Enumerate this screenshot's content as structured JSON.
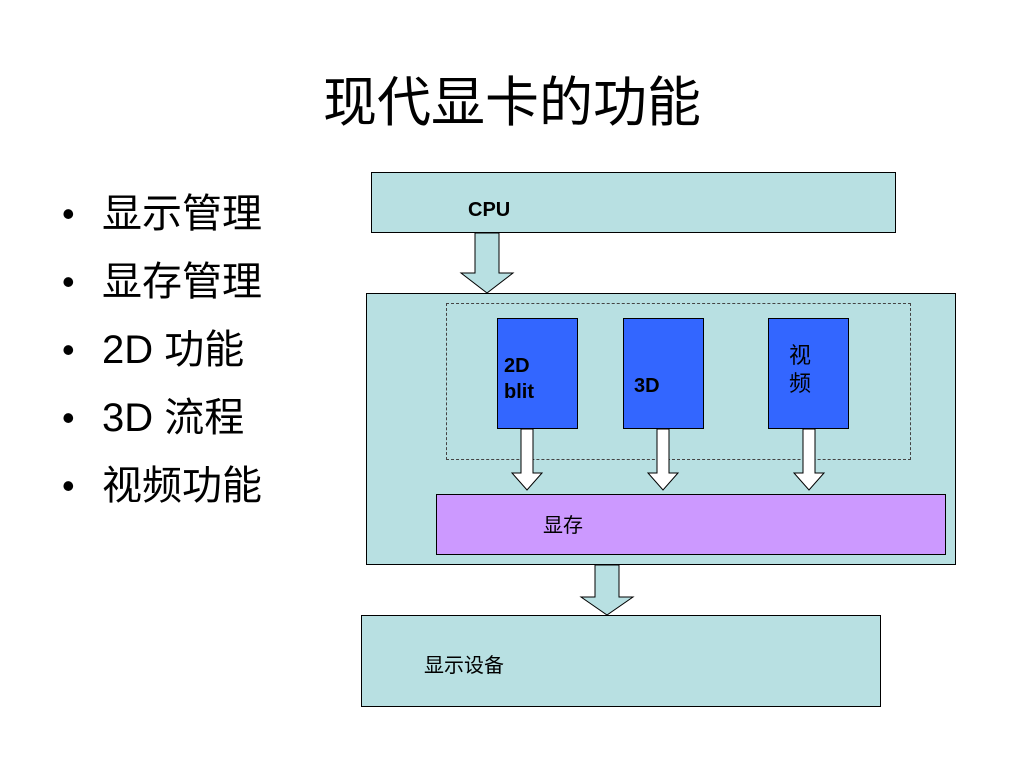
{
  "slide": {
    "title": "现代显卡的功能"
  },
  "bullets": [
    {
      "text": "显示管理"
    },
    {
      "text": "显存管理"
    },
    {
      "text": "2D 功能"
    },
    {
      "text": "3D 流程"
    },
    {
      "text": "视频功能"
    }
  ],
  "diagram": {
    "cpu_label": "CPU",
    "unit_2d_label": "2D\nblit",
    "unit_3d_label": "3D",
    "unit_video_label": "视\n频",
    "vram_label": "显存",
    "display_label": "显示设备"
  },
  "colors": {
    "panel": "#b8e0e2",
    "unit": "#3366ff",
    "vram": "#cc99ff"
  }
}
